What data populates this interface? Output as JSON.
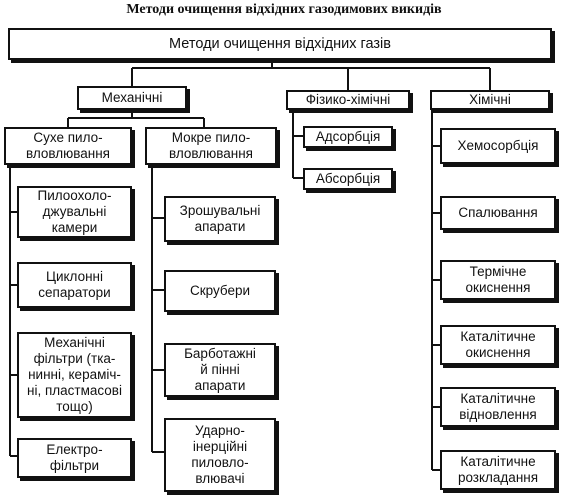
{
  "title": "Методи очищення відхідних газодимових викидів",
  "root": "Методи очищення відхідних газів",
  "groups": {
    "mechanical": "Механічні",
    "physchem": "Фізико-хімічні",
    "chemical": "Хімічні"
  },
  "subgroups": {
    "dry": "Сухе пило-\nвловлювання",
    "wet": "Мокре пило-\nвловлювання"
  },
  "dry_items": [
    "Пилоохоло-\nджувальні\nкамери",
    "Циклонні\nсепаратори",
    "Механічні\nфільтри (тка-\nнинні, кераміч-\nні, пластмасові\nтощо)",
    "Електро-\nфільтри"
  ],
  "wet_items": [
    "Зрошувальні\nапарати",
    "Скрубери",
    "Барботажні\nй пінні\nапарати",
    "Ударно-\nінерційні\nпиловло-\nвлювачі"
  ],
  "physchem_items": [
    "Адсорбція",
    "Абсорбція"
  ],
  "chemical_items": [
    "Хемосорбція",
    "Спалювання",
    "Термічне\nокиснення",
    "Каталітичне\nокиснення",
    "Каталітичне\nвідновлення",
    "Каталітичне\nрозкладання"
  ]
}
